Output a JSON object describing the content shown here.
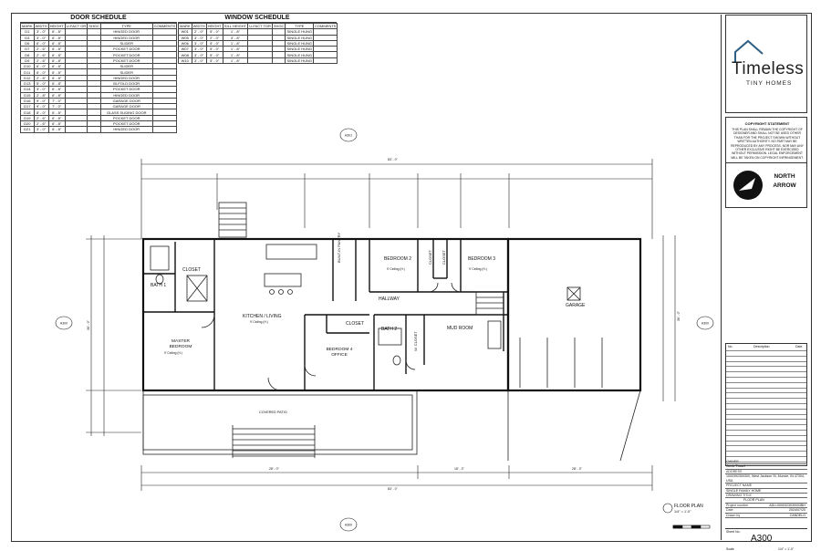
{
  "door_schedule": {
    "title": "DOOR SCHEDULE",
    "headers": [
      "MARK",
      "WIDTH",
      "HEIGHT",
      "U-FACT OR",
      "SHGC",
      "TYPE",
      "COMMENTS"
    ],
    "rows": [
      [
        "D1",
        "3' - 0\"",
        "6' - 8\"",
        "",
        "",
        "HINGED DOOR",
        ""
      ],
      [
        "D3",
        "3' - 0\"",
        "6' - 8\"",
        "",
        "",
        "HINGED DOOR",
        ""
      ],
      [
        "D6",
        "6' - 0\"",
        "6' - 8\"",
        "",
        "",
        "SLIDER",
        ""
      ],
      [
        "D7",
        "2' - 6\"",
        "6' - 8\"",
        "",
        "",
        "POCKET DOOR",
        ""
      ],
      [
        "D8",
        "2' - 6\"",
        "6' - 8\"",
        "",
        "",
        "POCKET DOOR",
        ""
      ],
      [
        "D9",
        "2' - 6\"",
        "6' - 8\"",
        "",
        "",
        "POCKET DOOR",
        ""
      ],
      [
        "D10",
        "6' - 0\"",
        "6' - 8\"",
        "",
        "",
        "SLIDER",
        ""
      ],
      [
        "D11",
        "6' - 0\"",
        "6' - 8\"",
        "",
        "",
        "SLIDER",
        ""
      ],
      [
        "D12",
        "2' - 8\"",
        "6' - 8\"",
        "",
        "",
        "HINGED DOOR",
        ""
      ],
      [
        "D13",
        "5' - 0\"",
        "6' - 8\"",
        "",
        "",
        "BI-FOLD DOOR",
        ""
      ],
      [
        "D14",
        "3' - 0\"",
        "6' - 8\"",
        "",
        "",
        "POCKET DOOR",
        ""
      ],
      [
        "D15",
        "2' - 8\"",
        "6' - 8\"",
        "",
        "",
        "HINGED DOOR",
        ""
      ],
      [
        "D16",
        "9' - 0\"",
        "7' - 0\"",
        "",
        "",
        "GARAGE DOOR",
        ""
      ],
      [
        "D17",
        "9' - 0\"",
        "7' - 0\"",
        "",
        "",
        "GARAGE DOOR",
        ""
      ],
      [
        "D18",
        "8' - 0\"",
        "6' - 8\"",
        "",
        "",
        "GLASS SLIDING DOOR",
        ""
      ],
      [
        "D19",
        "2' - 6\"",
        "6' - 8\"",
        "",
        "",
        "POCKET DOOR",
        ""
      ],
      [
        "D20",
        "2' - 6\"",
        "6' - 8\"",
        "",
        "",
        "POCKET DOOR",
        ""
      ],
      [
        "D21",
        "3' - 0\"",
        "6' - 8\"",
        "",
        "",
        "HINGED DOOR",
        ""
      ]
    ]
  },
  "window_schedule": {
    "title": "WINDOW SCHEDULE",
    "headers": [
      "MARK",
      "WIDTH",
      "HEIGHT",
      "SILL HEIGHT",
      "U-FACT TOR",
      "SHGC",
      "TYPE",
      "COMMENTS"
    ],
    "rows": [
      [
        "W01",
        "2' - 0\"",
        "5' - 0\"",
        "1' - 8\"",
        "",
        "",
        "SINGLE HUNG",
        ""
      ],
      [
        "W05",
        "3' - 0\"",
        "2' - 0\"",
        "3' - 8\"",
        "",
        "",
        "SINGLE HUNG",
        ""
      ],
      [
        "W06",
        "3' - 0\"",
        "5' - 0\"",
        "1' - 8\"",
        "",
        "",
        "SINGLE HUNG",
        ""
      ],
      [
        "W07",
        "3' - 0\"",
        "5' - 0\"",
        "1' - 8\"",
        "",
        "",
        "SINGLE HUNG",
        ""
      ],
      [
        "W08",
        "3' - 0\"",
        "5' - 0\"",
        "1' - 8\"",
        "",
        "",
        "SINGLE HUNG",
        ""
      ],
      [
        "W10",
        "3' - 0\"",
        "5' - 0\"",
        "1' - 8\"",
        "",
        "",
        "SINGLE HUNG",
        ""
      ]
    ]
  },
  "title_block": {
    "logo_word": "Timeless",
    "logo_sub": "TINY HOMES",
    "copyright_title": "COPYRIGHT STATEMENT",
    "copyright_text": "THIS PLAN SHALL REMAIN THE COPYRIGHT OF DESIGNER AND SHALL NOT BE USED OTHER THAN FOR THE PROJECT SHOWN WITHOUT WRITTEN AUTHORITY. NO PART MAY BE REPRODUCED BY ANY PROCESS. NOR MAY ANY OTHER EXCLUSIVE RIGHT BE EXERCISED WITHOUT PERMISSION. LEGAL ENFORCEMENT WILL BE TAKEN ON COPYRIGHT INFRINGEMENT.",
    "north_arrow": "NORTH ARROW",
    "rev_headers": [
      "No.",
      "Description",
      "Date"
    ],
    "owner_label": "OWNER",
    "owner_name": "Jamie Tussel",
    "address_label": "ADDRESS",
    "address_value": "1000392300300, West Jackson St, Muncie, IN 47304, USA",
    "project_label": "PROJECT NAME",
    "project_value": "SINGLE FAMILY HOME",
    "drawing_label": "DRAWING TITLE",
    "drawing_value": "FLOOR PLAN",
    "project_number_label": "Project number",
    "project_number": "ADU-0000323030003BH",
    "date_label": "Date",
    "date_value": "2024/07/20",
    "drawn_label": "Drawn by",
    "drawn_value": "CANDELO",
    "sheet_label": "Sheet No.",
    "sheet_value": "A300",
    "scale_label": "Scale",
    "scale_value": "1/4\" = 1'-0\""
  },
  "plan": {
    "rooms": {
      "closet_master": "CLOSET",
      "bath1": "BATH 1",
      "master": "MASTER BEDROOM",
      "kitchen": "KITCHEN / LIVING",
      "builtin": "BUILT-IN PANTRY",
      "bedroom2": "BEDROOM 2",
      "closet2a": "CLOSET",
      "closet2b": "CLOSET",
      "bedroom3": "BEDROOM 3",
      "hallway": "HALLWAY",
      "garage": "GARAGE",
      "closet4": "CLOSET",
      "bath2": "BATH 2",
      "wcloset": "W. CLOSET",
      "mudroom": "MUD ROOM",
      "bedroom4": "BEDROOM 4 OFFICE",
      "covered": "COVERED PATIO"
    },
    "ceiling_note": "9' Ceiling (H.)",
    "dims": {
      "overall": "83' - 0\"",
      "depth": "36' - 0\"",
      "bottom_left": "28' - 0\"",
      "bottom_mid": "18' - 3\"",
      "bottom_right": "28' - 3\""
    },
    "callouts": [
      "A301",
      "A300",
      "A300",
      "A300"
    ],
    "floor_plan_title": "FLOOR PLAN",
    "floor_plan_scale": "1/4\" = 1'-0\""
  }
}
